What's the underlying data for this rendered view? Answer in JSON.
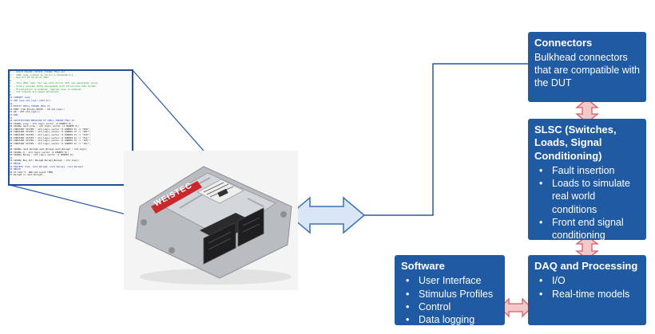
{
  "connectors": {
    "title": "Connectors",
    "text": "Bulkhead connectors that are compatible with the DUT"
  },
  "slsc": {
    "title": "SLSC (Switches, Loads, Signal Conditioning)",
    "items": [
      "Fault insertion",
      "Loads to simulate real world conditions",
      "Front end signal conditioning"
    ]
  },
  "daq": {
    "title": "DAQ and Processing",
    "items": [
      "I/O",
      "Real-time models"
    ]
  },
  "software": {
    "title": "Software",
    "items": [
      "User Interface",
      "Stimulus Profiles",
      "Control",
      "Data logging"
    ]
  },
  "ecu": {
    "brand": "WEISTEC"
  },
  "code_lines": [
    "1  -- BOSCH_ENGINE_CONTROL_TORQUE_FMA1.vhd",
    "2  -- VHDL code created by Xilinx's StateCAD 5.1",
    "3  -- Wed Oct 20 10:21:23 2007",
    "4",
    "5  -- This VHDL code (for use with Xilinx XST) was generated using:",
    "6  -- binary encoded state assignment with structured code format.",
    "7  -- Minimization is enabled, implied else is enabled,",
    "8  -- and outputs are speed optimized.",
    "9",
    "10 LIBRARY ieee;",
    "11 USE ieee.std_logic_1164.all;",
    "12",
    "13 ENTITY SHELL_TORQUE_FMA1 IS",
    "14   PORT (CLK,Bcoupl,RESET : IN std_logic;",
    "15     Q0 : OUT std_logic);",
    "16 END;",
    "17",
    "18 ARCHITECTURE BEHAVIOR OF SHELL_TORQUE_FMA1 IS",
    "19   SIGNAL sreg : std_logic_vector (2 DOWNTO 0);",
    "20   SIGNAL next_sreg : std_logic_vector (2 DOWNTO 0);",
    "21   CONSTANT STATE0 : std_logic_vector (2 DOWNTO 0) := \"000\";",
    "22   CONSTANT STATE1 : std_logic_vector (2 DOWNTO 0) := \"001\";",
    "23   CONSTANT STATE2 : std_logic_vector (2 DOWNTO 0) := \"010\";",
    "24   CONSTANT STATE3 : std_logic_vector (2 DOWNTO 0) := \"011\";",
    "25   CONSTANT STATE4 : std_logic_vector (2 DOWNTO 0) := \"100\";",
    "26   CONSTANT STATE5 : std_logic_vector (2 DOWNTO 0) := \"101\";",
    "27",
    "28   SIGNAL next_Bsreg0,next_Bsreg1,next_Bsreg2 : std_logic;",
    "29   SIGNAL Q : std_logic_vector (1 DOWNTO 0);",
    "30   SIGNAL Bsreg : std_logic_vector (2 DOWNTO 0);",
    "31",
    "32   SIGNAL Bus_Int: Bsreg0,Bsreg1,Bsreg2 : std_logic;",
    "33 BEGIN",
    "34   PROCESS (CLK, next_Bsreg0, next_Bsreg1, next_Bsreg2)",
    "35   BEGIN",
    "36     IF CLK='1' AND CLK'event THEN",
    "37       Bsreg0 <= next_Bsreg0;"
  ]
}
